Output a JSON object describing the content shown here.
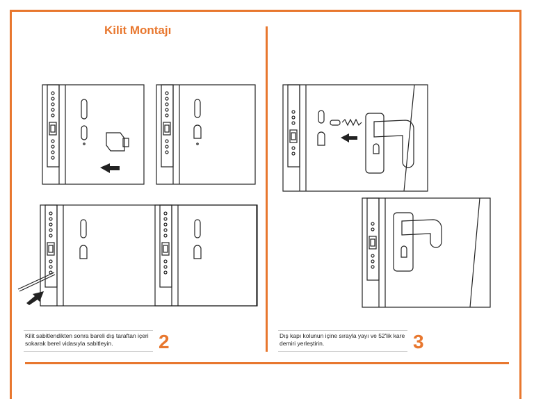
{
  "page": {
    "title": "Kilit Montajı"
  },
  "steps": [
    {
      "number": "2",
      "caption": "Kilit sabitlendikten sonra bareli dış taraftan içeri sokarak berel vidasıyla sabitleyin."
    },
    {
      "number": "3",
      "caption": "Dış kapı kolunun içine sırayla yayı ve 52'lik kare demiri yerleştirin."
    }
  ],
  "colors": {
    "accent": "#e8772e",
    "ink": "#222222"
  },
  "illustrations": [
    "door-lock-cylinder-insert",
    "door-cylinder-fitted",
    "door-screw-insert",
    "door-lock-assembled",
    "door-handle-spring-square-bar",
    "door-handle-installed"
  ]
}
